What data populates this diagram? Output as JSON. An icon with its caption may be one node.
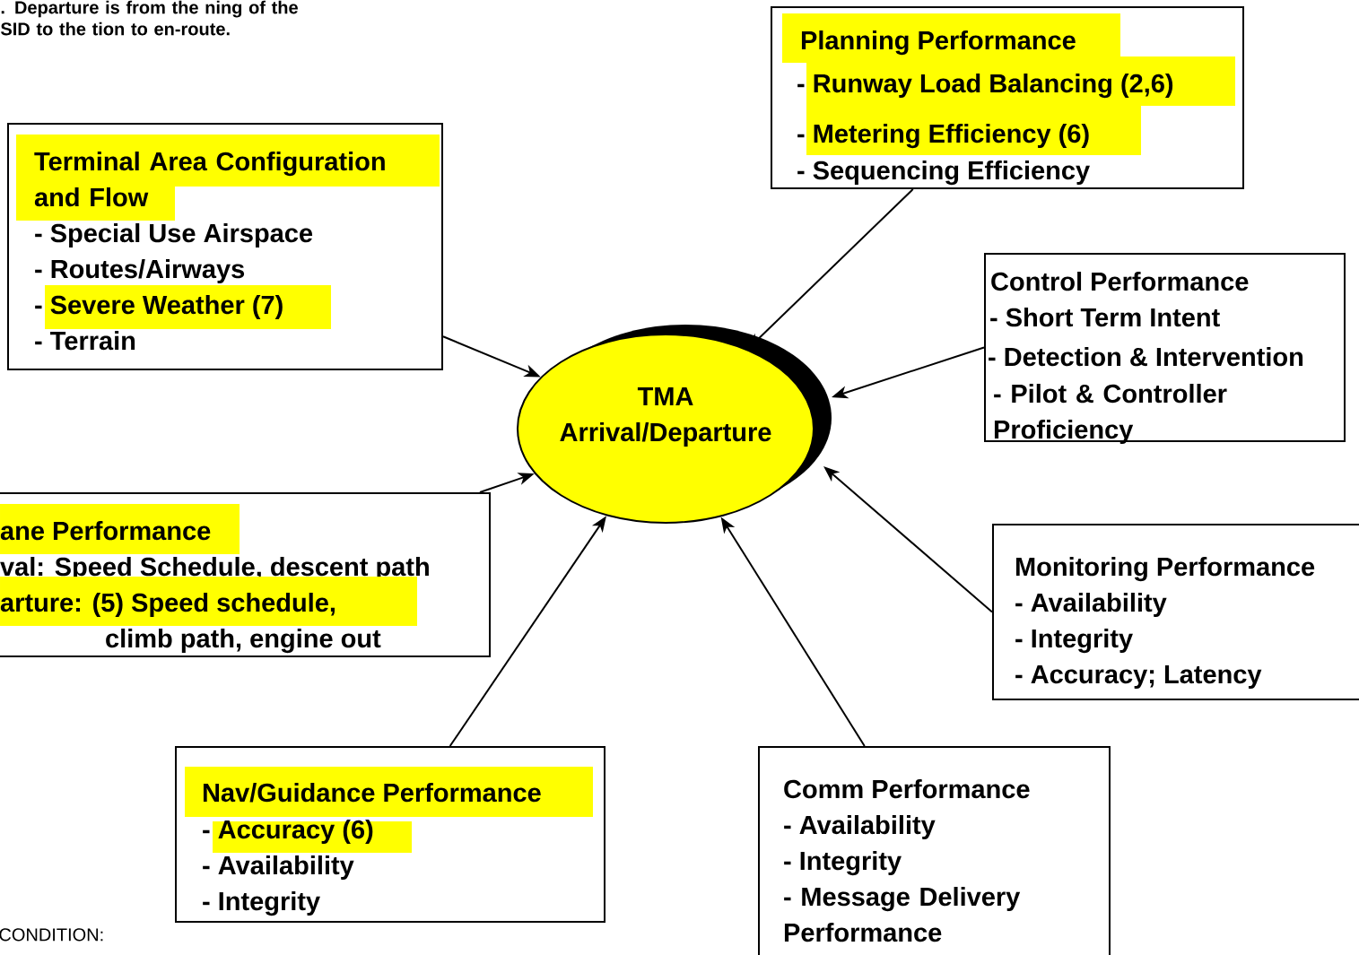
{
  "diagram": {
    "nodes": [
      {
        "text": [
          "Planning Performance",
          "- Runway Load Balancing (2,6)",
          "- Metering Efficiency (6)",
          "- Sequencing Efficiency"
        ]
      },
      {
        "text": [
          "Terminal Area Configuration and Flow",
          "- Special Use Airspace",
          "- Routes/Airways",
          "- Severe Weather (7)",
          "- Terrain"
        ]
      },
      {
        "text": [
          "Control Performance",
          "- Short Term Intent",
          "- Detection & Intervention",
          "- Pilot & Controller Proficiency"
        ]
      },
      {
        "text": [
          "TMA Arrival/Departure"
        ]
      },
      {
        "text": [
          "ane Performance",
          "val: Speed Schedule, descent path",
          "arture: (5) Speed schedule,",
          "climb path, engine out"
        ]
      },
      {
        "text": [
          "Monitoring Performance",
          "- Availability",
          "- Integrity",
          "- Accuracy; Latency"
        ]
      },
      {
        "text": [
          "Nav/Guidance Performance",
          "- Accuracy (6)",
          "- Availability",
          "- Integrity"
        ]
      },
      {
        "text": [
          "Comm Performance",
          "- Availability",
          "- Integrity",
          "- Message Delivery Performance"
        ]
      }
    ],
    "edges": [
      {
        "from": 0,
        "to": 3,
        "arrow": "to"
      },
      {
        "from": 1,
        "to": 3,
        "arrow": "to"
      },
      {
        "from": 2,
        "to": 3,
        "arrow": "to"
      },
      {
        "from": 4,
        "to": 3,
        "arrow": "to"
      },
      {
        "from": 5,
        "to": 3,
        "arrow": "to"
      },
      {
        "from": 6,
        "to": 3,
        "arrow": "to"
      },
      {
        "from": 7,
        "to": 3,
        "arrow": "to"
      }
    ],
    "labels": [
      ". Departure is from the ning of the SID to the tion to en-route.",
      "CONDITION:"
    ]
  }
}
